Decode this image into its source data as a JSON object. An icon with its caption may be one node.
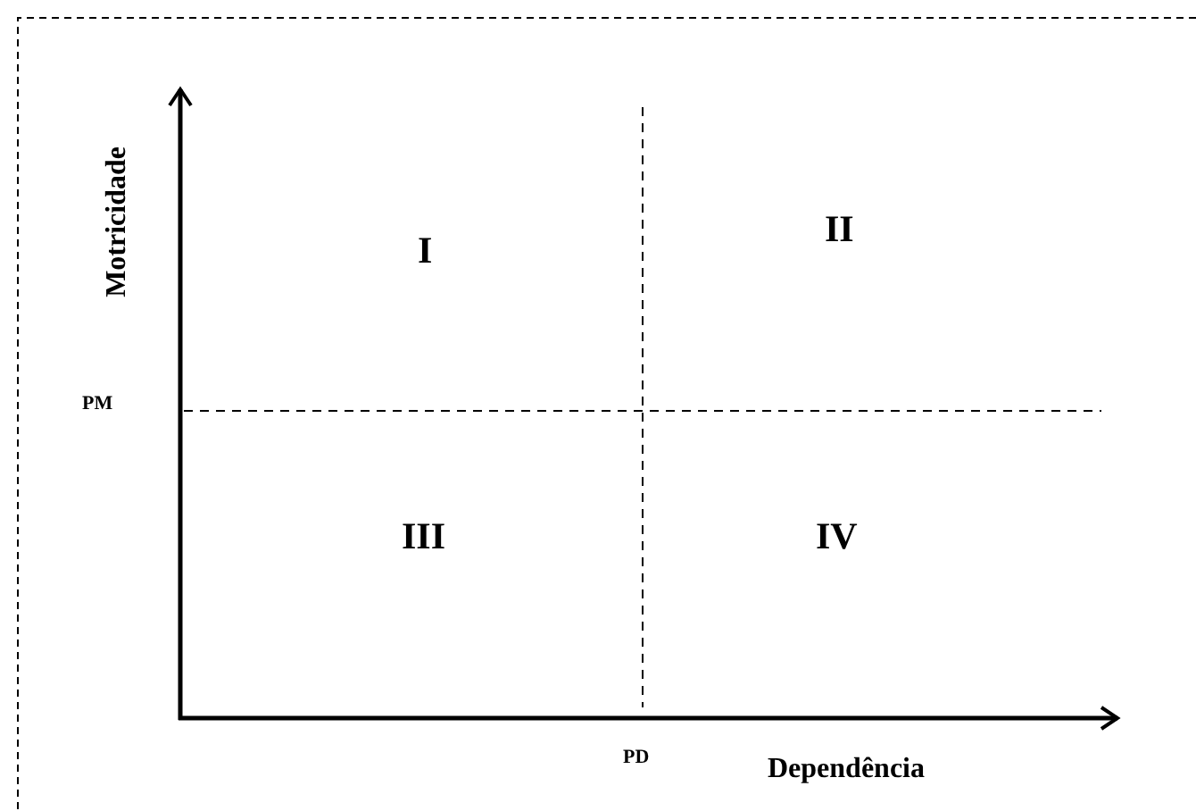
{
  "diagram": {
    "labels": [
      "Motricidade",
      "I",
      "II",
      "PM",
      "III",
      "IV",
      "PD",
      "Dependência"
    ]
  }
}
